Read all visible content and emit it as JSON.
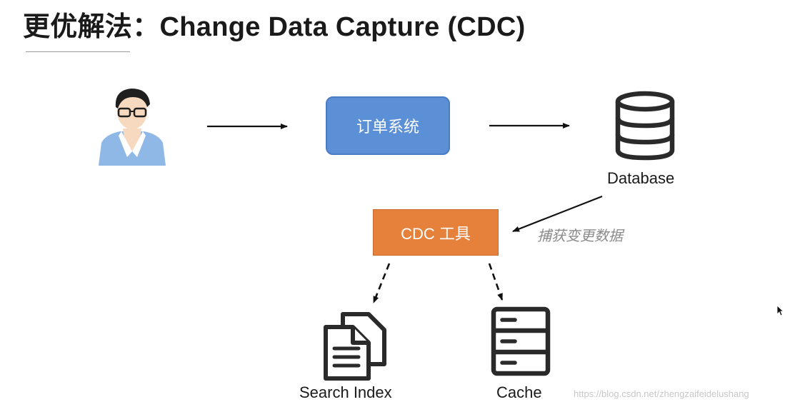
{
  "title": "更优解法：Change Data Capture (CDC)",
  "nodes": {
    "order_system": "订单系统",
    "database": "Database",
    "cdc_tool": "CDC 工具",
    "search_index": "Search Index",
    "cache": "Cache"
  },
  "edge_labels": {
    "capture_changes": "捕获变更数据"
  },
  "colors": {
    "order_box": "#5b8fd6",
    "cdc_box": "#e6813c",
    "user_shirt": "#8fb8e6",
    "icon_stroke": "#2a2a2a"
  },
  "watermark": "https://blog.csdn.net/zhengzaifeidelushang"
}
